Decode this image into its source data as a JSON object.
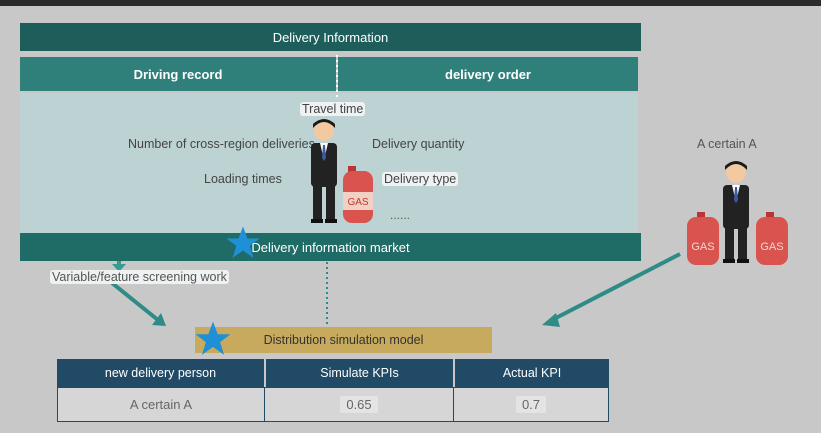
{
  "header": {
    "title": "Delivery Information"
  },
  "columns": {
    "left": "Driving record",
    "right": "delivery order"
  },
  "features": {
    "travel_time": "Travel time",
    "cross_region": "Number of cross-region deliveries",
    "loading_times": "Loading times",
    "delivery_quantity": "Delivery quantity",
    "delivery_type": "Delivery type",
    "ellipsis": "......"
  },
  "market": {
    "label": "Delivery information market"
  },
  "screening": {
    "label": "Variable/feature screening work"
  },
  "right_person": {
    "label": "A certain A"
  },
  "gas_label": "GAS",
  "simulation": {
    "label": "Distribution simulation model"
  },
  "table": {
    "headers": [
      "new delivery person",
      "Simulate KPIs",
      "Actual KPI"
    ],
    "row": [
      "A certain A",
      "0.65",
      "0.7"
    ]
  },
  "colors": {
    "header_teal": "#1d5d5a",
    "sub_teal": "#2f7f7b",
    "panel": "#bdd3d3",
    "arrow": "#2e8b86",
    "star": "#1f8fd6",
    "gas_red": "#d9534f",
    "gold_bar": "#c8aa5e",
    "table_header": "#204a66"
  },
  "icons": [
    "person-icon",
    "gas-cylinder-icon",
    "star-icon",
    "arrow-icon"
  ]
}
